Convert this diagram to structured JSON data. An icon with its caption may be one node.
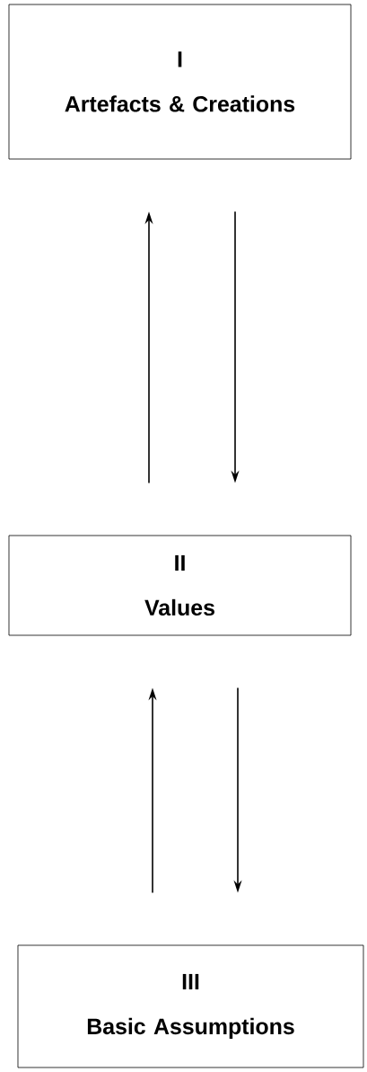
{
  "diagram": {
    "nodes": [
      {
        "text": [
          "I",
          "Artefacts & Creations"
        ]
      },
      {
        "text": [
          "II",
          "Values"
        ]
      },
      {
        "text": [
          "III",
          "Basic Assumptions"
        ]
      }
    ],
    "edges": [
      {
        "from": 1,
        "to": 0,
        "arrow": "to"
      },
      {
        "from": 0,
        "to": 1,
        "arrow": "to"
      },
      {
        "from": 2,
        "to": 1,
        "arrow": "to"
      },
      {
        "from": 1,
        "to": 2,
        "arrow": "to"
      }
    ]
  }
}
